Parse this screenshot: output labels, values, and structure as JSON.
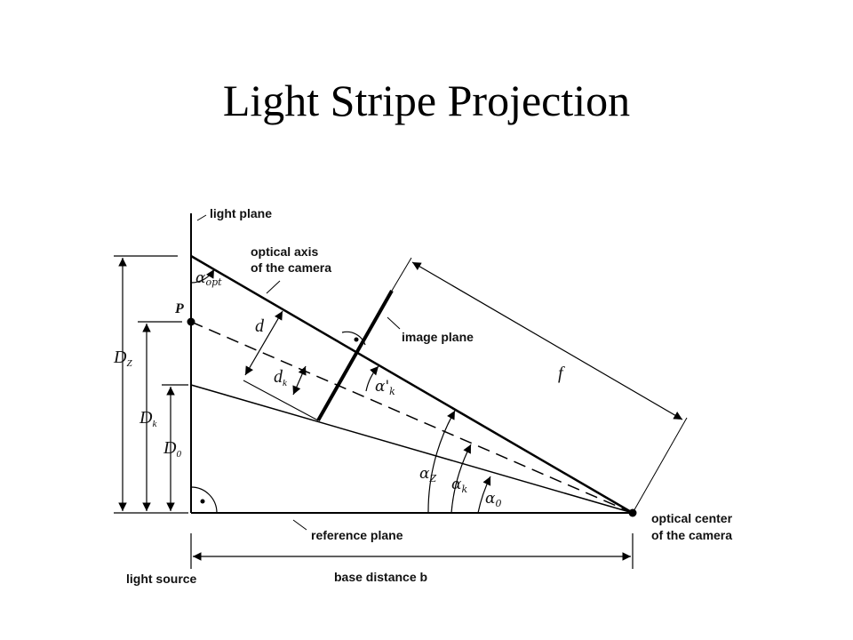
{
  "slide": {
    "title": "Light Stripe Projection"
  },
  "labels": {
    "light_plane": "light plane",
    "optical_axis_1": "optical axis",
    "optical_axis_2": "of the camera",
    "image_plane": "image plane",
    "reference_plane": "reference plane",
    "light_source": "light source",
    "base_distance": "base distance b",
    "optical_center_1": "optical center",
    "optical_center_2": "of the camera",
    "point_p": "P",
    "f": "f",
    "d": "d",
    "d_k": "d",
    "d_k_sub": "k",
    "D_Z": "D",
    "D_Z_sub": "Z",
    "D_k": "D",
    "D_k_sub": "k",
    "D_0": "D",
    "D_0_sub": "0",
    "alpha_opt": "α",
    "alpha_opt_sub": "opt",
    "alpha_k_prime": "α'",
    "alpha_k_prime_sub": "k",
    "alpha_Z": "α",
    "alpha_Z_sub": "Z",
    "alpha_k": "α",
    "alpha_k_sub": "k",
    "alpha_0": "α",
    "alpha_0_sub": "0"
  }
}
